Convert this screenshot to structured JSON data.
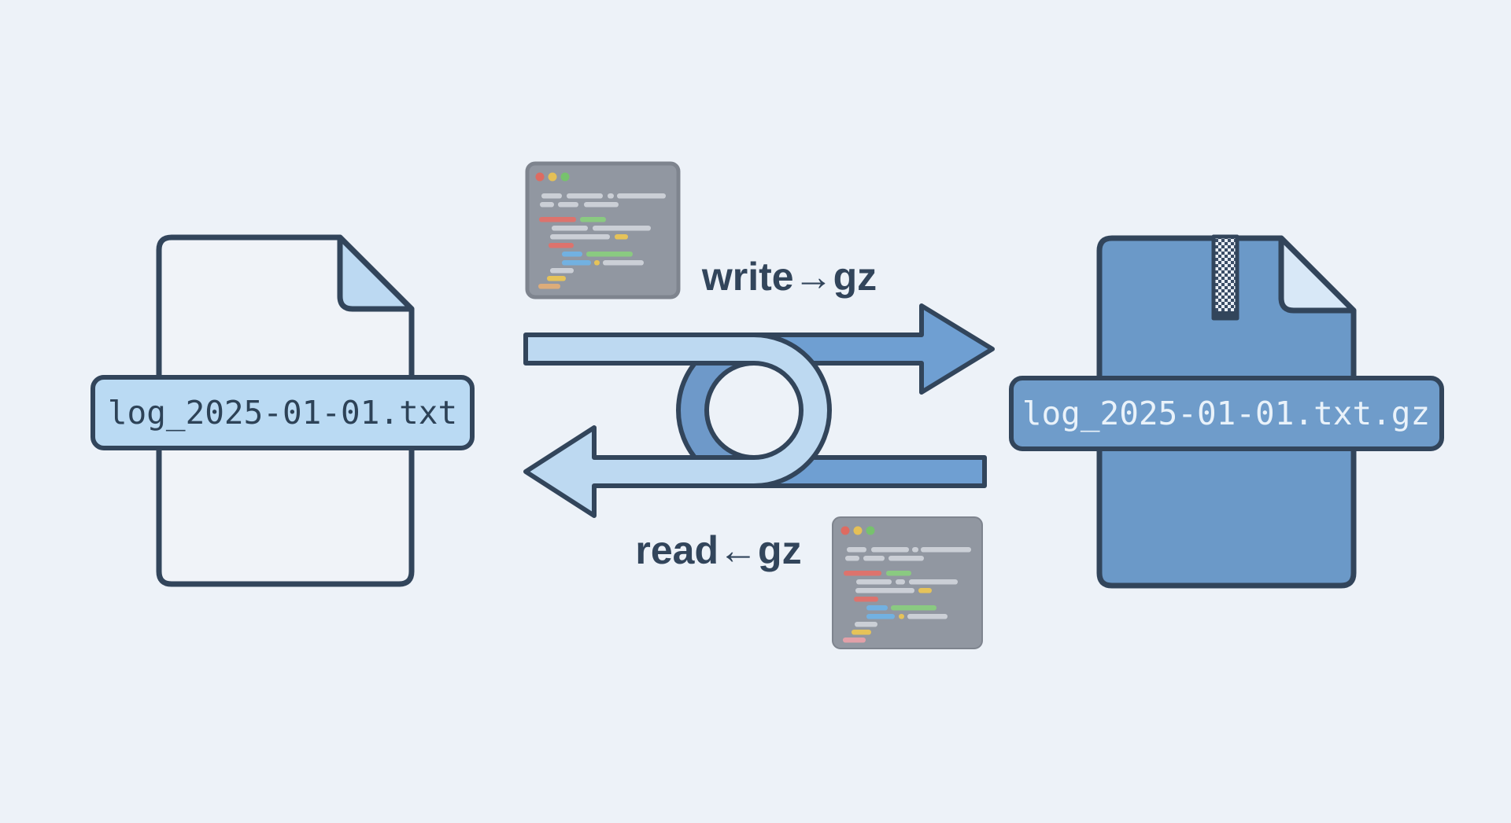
{
  "canvas": {
    "bg": "#edf2f8"
  },
  "palette": {
    "ink": "#32455b",
    "arrow_light": "#bdd9f1",
    "arrow_medium": "#6f9fd2",
    "ring_medium": "#6e99c9",
    "source_file_fill": "#f0f3f8",
    "source_fold_fill": "#bcd9f2",
    "target_file_fill": "#6b99c8",
    "target_fold_fill": "#d8e8f7",
    "source_badge_fill": "#badaf3",
    "source_badge_text": "#2d4257",
    "target_badge_fill": "#6f9cca",
    "target_badge_text": "#e9f2fa",
    "zipper_checker_dark": "#3a4d66",
    "zipper_checker_light": "#e9eef5",
    "snippet_bg": "#8b919b",
    "snippet_border": "#767c87"
  },
  "source_file": {
    "label": "log_2025-01-01.txt"
  },
  "target_file": {
    "label": "log_2025-01-01.txt.gz"
  },
  "flow": {
    "write_label": "write→gz",
    "read_label": "read←gz"
  },
  "code_snippets": {
    "traffic_lights": [
      "#dd6156",
      "#e5bd4a",
      "#6fbf63"
    ],
    "bar_colors": {
      "g": "#c9cdd4",
      "r": "#dc6a63",
      "gr": "#83c878",
      "b": "#69ade0",
      "y": "#e6c04e",
      "o": "#dca771",
      "p": "#e29aa2"
    },
    "top": {
      "lines": [
        [
          38,
          [
            [
              18,
              26,
              "g"
            ],
            [
              50,
              46,
              "g"
            ],
            [
              102,
              8,
              "g"
            ],
            [
              114,
              62,
              "g"
            ]
          ]
        ],
        [
          49,
          [
            [
              16,
              18,
              "g"
            ],
            [
              39,
              26,
              "g"
            ],
            [
              72,
              44,
              "g"
            ]
          ]
        ],
        [
          68,
          [
            [
              15,
              47,
              "r"
            ],
            [
              67,
              33,
              "gr"
            ]
          ]
        ],
        [
          79,
          [
            [
              31,
              46,
              "g"
            ],
            [
              83,
              74,
              "g"
            ]
          ]
        ],
        [
          90,
          [
            [
              29,
              76,
              "g"
            ],
            [
              111,
              17,
              "y"
            ]
          ]
        ],
        [
          101,
          [
            [
              27,
              32,
              "r"
            ]
          ]
        ],
        [
          112,
          [
            [
              44,
              26,
              "b"
            ],
            [
              75,
              59,
              "gr"
            ]
          ]
        ],
        [
          123,
          [
            [
              44,
              37,
              "b"
            ],
            [
              85,
              7,
              "y"
            ],
            [
              96,
              52,
              "g"
            ]
          ]
        ],
        [
          133,
          [
            [
              29,
              30,
              "g"
            ]
          ]
        ],
        [
          143,
          [
            [
              25,
              24,
              "y"
            ]
          ]
        ],
        [
          153,
          [
            [
              14,
              28,
              "o"
            ]
          ]
        ]
      ]
    },
    "bottom": {
      "lines": [
        [
          38,
          [
            [
              18,
              25,
              "g"
            ],
            [
              49,
              48,
              "g"
            ],
            [
              101,
              8,
              "g"
            ],
            [
              112,
              64,
              "g"
            ]
          ]
        ],
        [
          49,
          [
            [
              16,
              18,
              "g"
            ],
            [
              39,
              27,
              "g"
            ],
            [
              71,
              45,
              "g"
            ]
          ]
        ],
        [
          68,
          [
            [
              14,
              48,
              "r"
            ],
            [
              68,
              32,
              "gr"
            ]
          ]
        ],
        [
          79,
          [
            [
              30,
              45,
              "g"
            ],
            [
              80,
              12,
              "g"
            ],
            [
              97,
              62,
              "g"
            ]
          ]
        ],
        [
          90,
          [
            [
              29,
              75,
              "g"
            ],
            [
              109,
              17,
              "y"
            ]
          ]
        ],
        [
          101,
          [
            [
              27,
              31,
              "r"
            ]
          ]
        ],
        [
          112,
          [
            [
              43,
              27,
              "b"
            ],
            [
              74,
              58,
              "gr"
            ]
          ]
        ],
        [
          123,
          [
            [
              43,
              36,
              "b"
            ],
            [
              84,
              7,
              "y"
            ],
            [
              95,
              51,
              "g"
            ]
          ]
        ],
        [
          133,
          [
            [
              28,
              29,
              "g"
            ]
          ]
        ],
        [
          143,
          [
            [
              24,
              25,
              "y"
            ]
          ]
        ],
        [
          153,
          [
            [
              13,
              29,
              "p"
            ]
          ]
        ]
      ]
    }
  }
}
